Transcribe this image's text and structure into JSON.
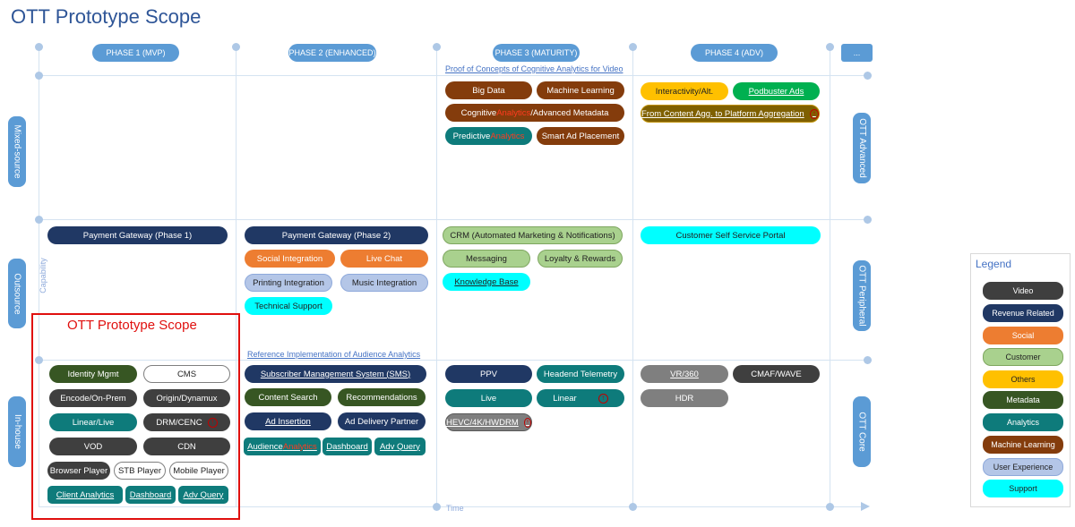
{
  "title": "OTT Prototype Scope",
  "phases": [
    "PHASE 1 (MVP)",
    "PHASE 2 (ENHANCED)",
    "PHASE 3 (MATURITY)",
    "PHASE 4 (ADV)",
    "..."
  ],
  "rows_left": [
    "Mixed-source",
    "Outsource",
    "In-house"
  ],
  "rows_right": [
    "OTT Advanced",
    "OTT Peripheral",
    "OTT Core"
  ],
  "axis": {
    "y": "Capability",
    "x": "Time"
  },
  "notes": {
    "poc": "Proof of Concepts of Cognitive Analytics for Video",
    "ref": "Reference Implementation of Audience Analytics"
  },
  "scope_label": "OTT Prototype Scope",
  "items": {
    "big_data": "Big Data",
    "machine_learning": "Machine Learning",
    "cognitive_a": "Cognitive ",
    "cognitive_b": "Analytics",
    "cognitive_c": "/Advanced Metadata",
    "predictive_a": "Predictive ",
    "predictive_b": "Analytics",
    "smart_ad": "Smart Ad Placement",
    "interactivity": "Interactivity/Alt.",
    "podbuster": "Podbuster Ads",
    "content_agg": "From Content Agg. to Platform Aggregation",
    "pg1": "Payment Gateway (Phase 1)",
    "pg2": "Payment Gateway (Phase 2)",
    "social_int": "Social Integration",
    "live_chat": "Live Chat",
    "printing": "Printing Integration",
    "music": "Music Integration",
    "tech_support": "Technical Support",
    "crm": "CRM (Automated Marketing & Notifications)",
    "messaging": "Messaging",
    "loyalty": "Loyalty & Rewards",
    "knowledge": "Knowledge Base",
    "self_service": "Customer Self Service Portal",
    "identity": "Identity Mgmt",
    "cms": "CMS",
    "encode": "Encode/On-Prem",
    "origin": "Origin/Dynamux",
    "linear_live": "Linear/Live",
    "drm": "DRM/CENC",
    "vod": "VOD",
    "cdn": "CDN",
    "browser": "Browser Player",
    "stb": "STB Player",
    "mobile": "Mobile Player",
    "client_analytics": "Client Analytics",
    "dashboard1": "Dashboard",
    "adv_query1": "Adv Query",
    "sms": "Subscriber Management System (SMS)",
    "content_search": "Content Search",
    "recommendations": "Recommendations",
    "ad_insertion": "Ad Insertion",
    "ad_delivery": "Ad Delivery Partner",
    "audience_a": "Audience ",
    "audience_b": "Analytics",
    "dashboard2": "Dashboard",
    "adv_query2": "Adv Query",
    "ppv": "PPV",
    "headend": "Headend Telemetry",
    "live": "Live",
    "linear": "Linear",
    "hevc": "HEVC/4K/HWDRM",
    "vr": "VR/360",
    "cmaf": "CMAF/WAVE",
    "hdr": "HDR"
  },
  "legend": {
    "title": "Legend",
    "entries": [
      "Video",
      "Revenue Related",
      "Social",
      "Customer",
      "Others",
      "Metadata",
      "Analytics",
      "Machine Learning",
      "User Experience",
      "Support"
    ]
  },
  "colors": {
    "video": "#3f3f3f",
    "revenue": "#203864",
    "social": "#ed7d31",
    "customer": "#a9d18e",
    "others": "#ffc000",
    "metadata": "#375623",
    "analytics": "#0e7b7b",
    "machine_learning": "#843c0c",
    "user_experience": "#b4c6e7",
    "support": "#00ffff",
    "scope_outline": "#e0100e"
  }
}
